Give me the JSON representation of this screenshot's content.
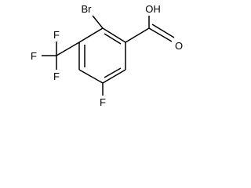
{
  "molecule": {
    "atoms": {
      "bromine": "Br",
      "fluorine_cf3_top": "F",
      "fluorine_cf3_left": "F",
      "fluorine_cf3_bottom": "F",
      "carbonyl_oxygen": "O",
      "hydroxyl": "OH",
      "fluorine_ring": "F"
    }
  }
}
